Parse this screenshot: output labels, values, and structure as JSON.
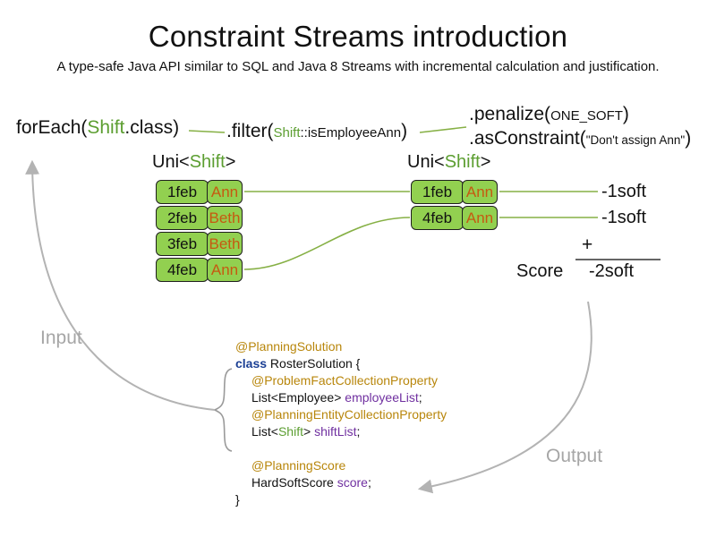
{
  "title": "Constraint Streams introduction",
  "subtitle": "A type-safe Java API similar to SQL and Java 8 Streams with incremental calculation and justification.",
  "stream": {
    "foreach_prefix": "forEach(",
    "foreach_class": "Shift",
    "foreach_suffix": ".class)",
    "filter_prefix": ".filter(",
    "filter_arg_class": "Shift",
    "filter_arg_rest": "::isEmployeeAnn",
    "filter_suffix": ")",
    "penalize_prefix": ".penalize(",
    "penalize_arg": "ONE_SOFT",
    "penalize_suffix": ")",
    "asconstraint_prefix": ".asConstraint(",
    "asconstraint_arg": "\"Don't assign Ann\"",
    "asconstraint_suffix": ")"
  },
  "left_table": {
    "header_prefix": "Uni<",
    "header_type": "Shift",
    "header_suffix": ">",
    "rows": [
      {
        "date": "1feb",
        "name": "Ann"
      },
      {
        "date": "2feb",
        "name": "Beth"
      },
      {
        "date": "3feb",
        "name": "Beth"
      },
      {
        "date": "4feb",
        "name": "Ann"
      }
    ]
  },
  "right_table": {
    "header_prefix": "Uni<",
    "header_type": "Shift",
    "header_suffix": ">",
    "rows": [
      {
        "date": "1feb",
        "name": "Ann"
      },
      {
        "date": "4feb",
        "name": "Ann"
      }
    ]
  },
  "scores": {
    "row_scores": [
      "-1soft",
      "-1soft"
    ],
    "plus": "+",
    "score_label": "Score",
    "total": "-2soft"
  },
  "labels": {
    "input": "Input",
    "output": "Output"
  },
  "code": {
    "annotation_planning_solution": "@PlanningSolution",
    "class_keyword": "class",
    "class_rest": " RosterSolution {",
    "annotation_problem_fact": "@ProblemFactCollectionProperty",
    "employee_type": "List<Employee> ",
    "employee_field": "employeeList",
    "employee_end": ";",
    "annotation_planning_entity": "@PlanningEntityCollectionProperty",
    "shift_type_prefix": "List<",
    "shift_type": "Shift",
    "shift_type_suffix": "> ",
    "shift_field": "shiftList",
    "shift_end": ";",
    "annotation_planning_score": "@PlanningScore",
    "score_type": "HardSoftScore ",
    "score_field": "score",
    "score_end": ";",
    "closing_brace": "}"
  },
  "colors": {
    "green_text": "#5c9e31",
    "cell_green": "#92d050",
    "name_orange": "#c55a11",
    "annotation_orange": "#b8860b",
    "keyword_blue": "#1b3f94",
    "field_purple": "#7030a0",
    "gray_label": "#a6a6a6",
    "line_green": "#86b045",
    "arrow_gray": "#b3b3b3"
  }
}
